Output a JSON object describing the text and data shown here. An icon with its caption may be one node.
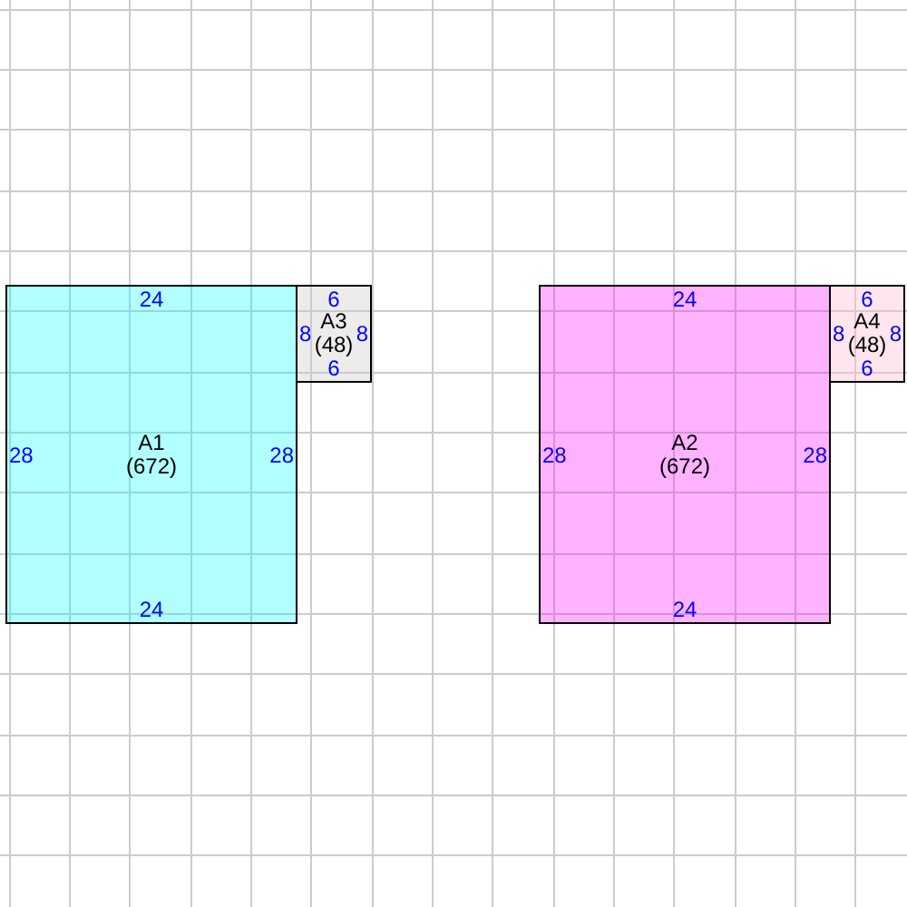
{
  "diagram": {
    "nodes": [
      {
        "text": [
          "24",
          "28",
          "A1",
          "(672)",
          "28",
          "24"
        ]
      },
      {
        "text": [
          "6",
          "8",
          "A3",
          "(48)",
          "8",
          "6"
        ]
      },
      {
        "text": [
          "24",
          "28",
          "A2",
          "(672)",
          "28",
          "24"
        ]
      },
      {
        "text": [
          "6",
          "8",
          "A4",
          "(48)",
          "8",
          "6"
        ]
      }
    ]
  }
}
